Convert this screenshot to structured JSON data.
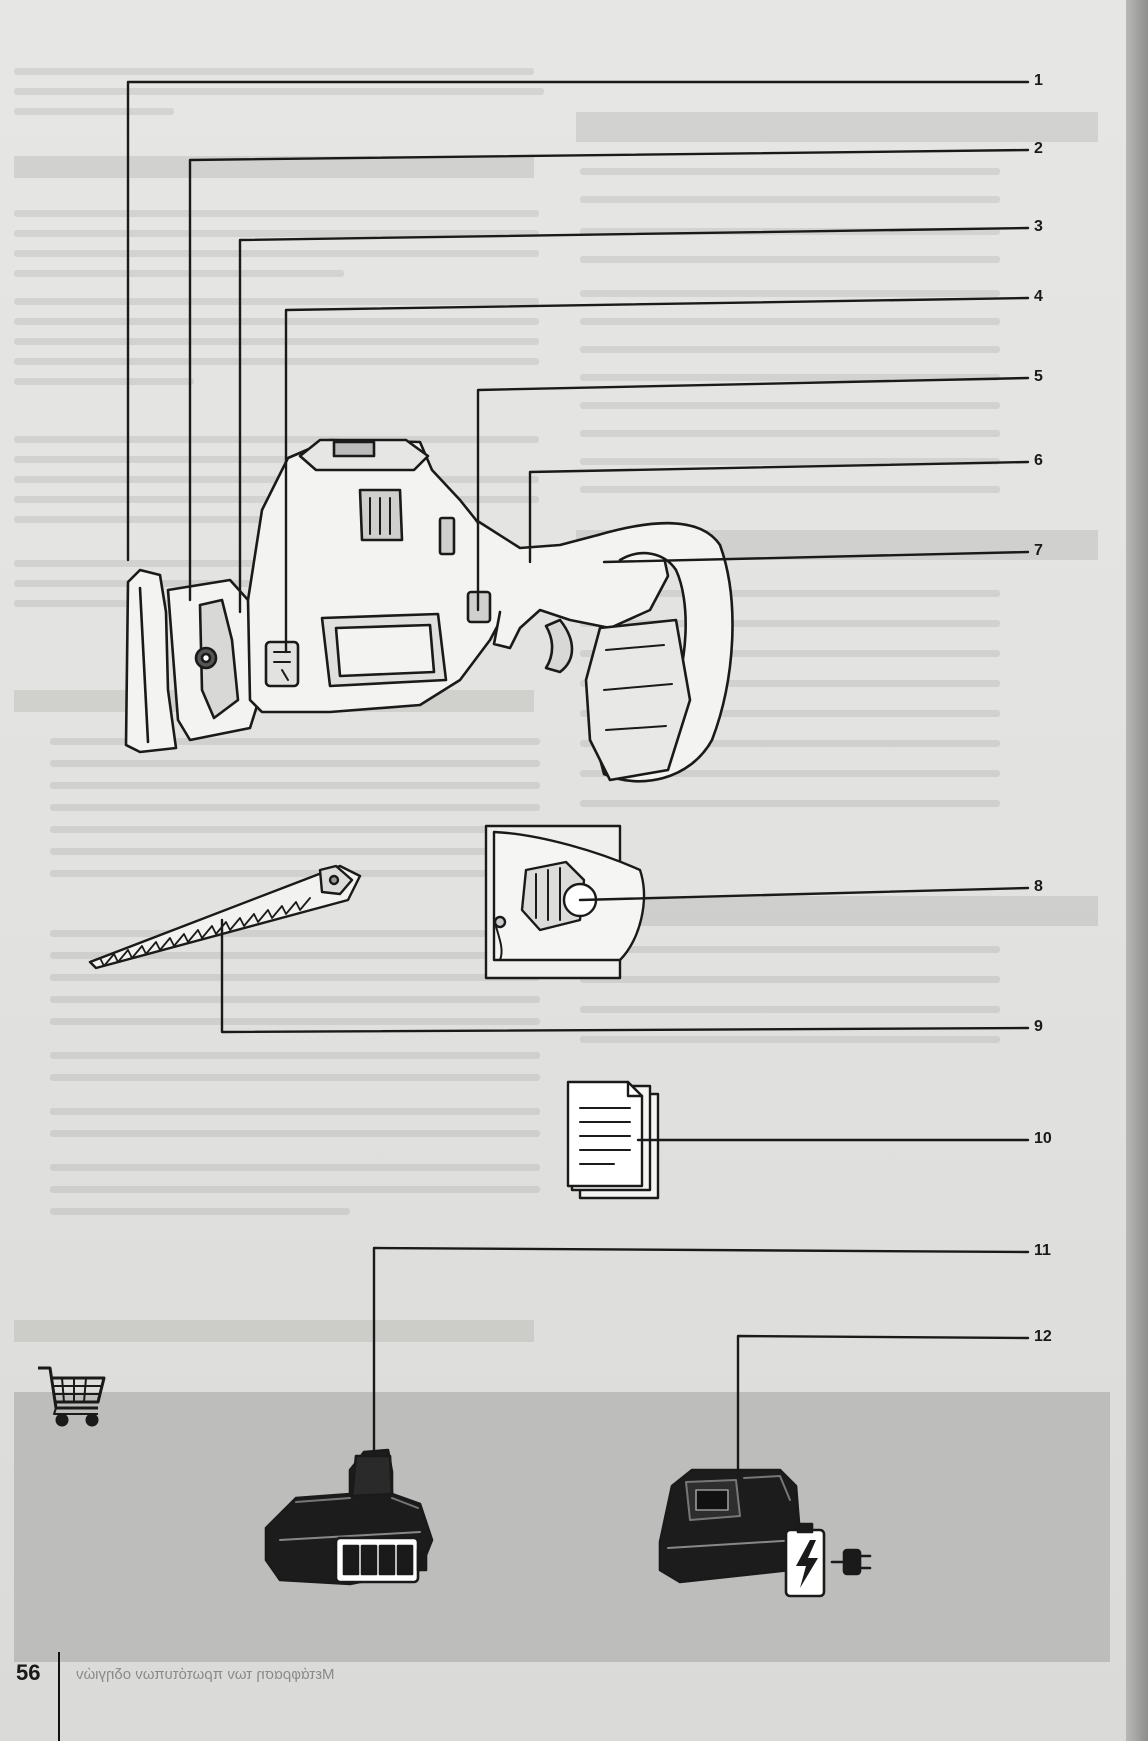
{
  "page_number": "56",
  "callouts": [
    {
      "id": "1",
      "label": "1"
    },
    {
      "id": "2",
      "label": "2"
    },
    {
      "id": "3",
      "label": "3"
    },
    {
      "id": "4",
      "label": "4"
    },
    {
      "id": "5",
      "label": "5"
    },
    {
      "id": "6",
      "label": "6"
    },
    {
      "id": "7",
      "label": "7"
    },
    {
      "id": "8",
      "label": "8"
    },
    {
      "id": "9",
      "label": "9"
    },
    {
      "id": "10",
      "label": "10"
    },
    {
      "id": "11",
      "label": "11"
    },
    {
      "id": "12",
      "label": "12"
    }
  ],
  "footer_mirror_text": "Μετάφραση των πρωτότυπων οδηγιών",
  "icons": [
    "reciprocating-saw-icon",
    "saw-blade-icon",
    "documents-icon",
    "battery-icon",
    "charger-icon",
    "cart-icon",
    "battery-level-icon",
    "plug-icon",
    "lightning-icon"
  ],
  "colors": {
    "ink": "#1a1a1a",
    "page": "#e4e4e2",
    "band": "#bdbdbb"
  }
}
